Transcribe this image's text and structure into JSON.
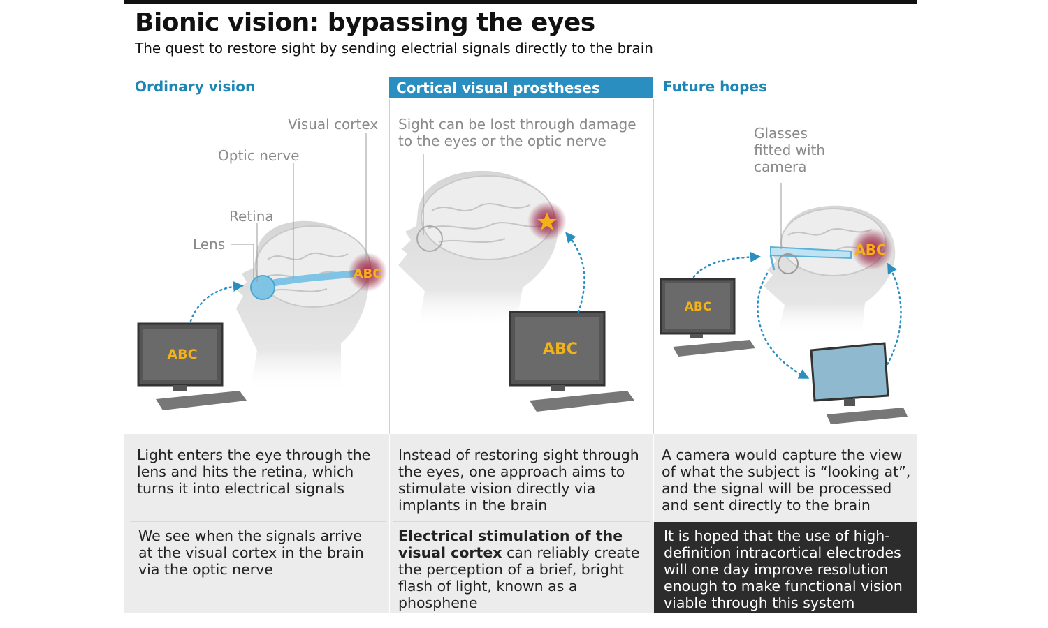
{
  "title": "Bionic vision: bypassing the eyes",
  "subtitle": "The quest to restore sight by sending electrial signals directly to the brain",
  "columns": [
    {
      "heading": "Ordinary vision",
      "labels": {
        "visual_cortex": "Visual cortex",
        "optic_nerve": "Optic nerve",
        "retina": "Retina",
        "lens": "Lens"
      },
      "screen_text": "ABC",
      "cortex_text": "ABC",
      "text1": "Light enters the eye through the lens and hits the retina, which turns it into electrical signals",
      "text2": "We see when the signals arrive at the visual cortex in the brain via the optic nerve"
    },
    {
      "heading": "Cortical visual prostheses",
      "labels": {
        "damage_line1": "Sight can be lost through damage",
        "damage_line2": "to the eyes or the optic nerve"
      },
      "screen_text": "ABC",
      "text1": "Instead of restoring sight through the eyes, one approach aims to stimulate vision directly via implants in the brain",
      "text2_bold": "Electrical stimulation of the visual cortex",
      "text2_rest": " can reliably create the perception of a brief, bright flash of light, known as a phosphene"
    },
    {
      "heading": "Future hopes",
      "labels": {
        "glasses_line1": "Glasses",
        "glasses_line2": "fitted with",
        "glasses_line3": "camera"
      },
      "screen_text": "ABC",
      "cortex_text": "ABC",
      "text1": "A camera would capture the view of what the subject is “looking at”, and the signal will be processed and sent directly to the brain",
      "text2": "It is hoped that the use of high-definition intracortical electrodes will one day improve resolution enough to make functional vision viable through this system"
    }
  ],
  "colors": {
    "accent": "#2a8fc0",
    "heading": "#1d86b4",
    "abc": "#f2b21a",
    "dark_panel": "#2c2c2c"
  }
}
